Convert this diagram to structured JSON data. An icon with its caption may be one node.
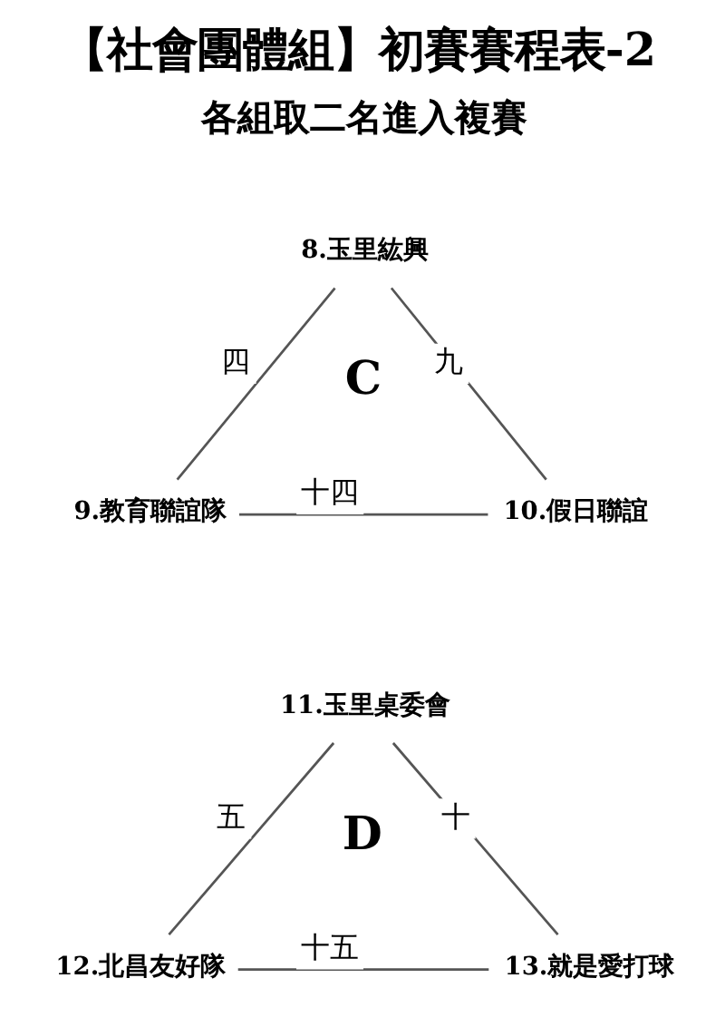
{
  "diagram": {
    "title": "【社會團體組】初賽賽程表-2",
    "nodes": [
      {
        "text": [
          "8.玉里紘興"
        ]
      },
      {
        "text": [
          "9.教育聯誼隊"
        ]
      },
      {
        "text": [
          "10.假日聯誼"
        ]
      },
      {
        "text": [
          "11.玉里桌委會"
        ]
      },
      {
        "text": [
          "12.北昌友好隊"
        ]
      },
      {
        "text": [
          "13.就是愛打球"
        ]
      }
    ],
    "edges": [
      {
        "from": 0,
        "to": 1,
        "arrow": "none",
        "label": "四"
      },
      {
        "from": 0,
        "to": 2,
        "arrow": "none",
        "label": "九"
      },
      {
        "from": 1,
        "to": 2,
        "arrow": "none",
        "label": "十四"
      },
      {
        "from": 3,
        "to": 4,
        "arrow": "none",
        "label": "五"
      },
      {
        "from": 3,
        "to": 5,
        "arrow": "none",
        "label": "十"
      },
      {
        "from": 4,
        "to": 5,
        "arrow": "none",
        "label": "十五"
      }
    ],
    "labels": [
      "各組取二名進入複賽",
      "C",
      "D"
    ]
  }
}
